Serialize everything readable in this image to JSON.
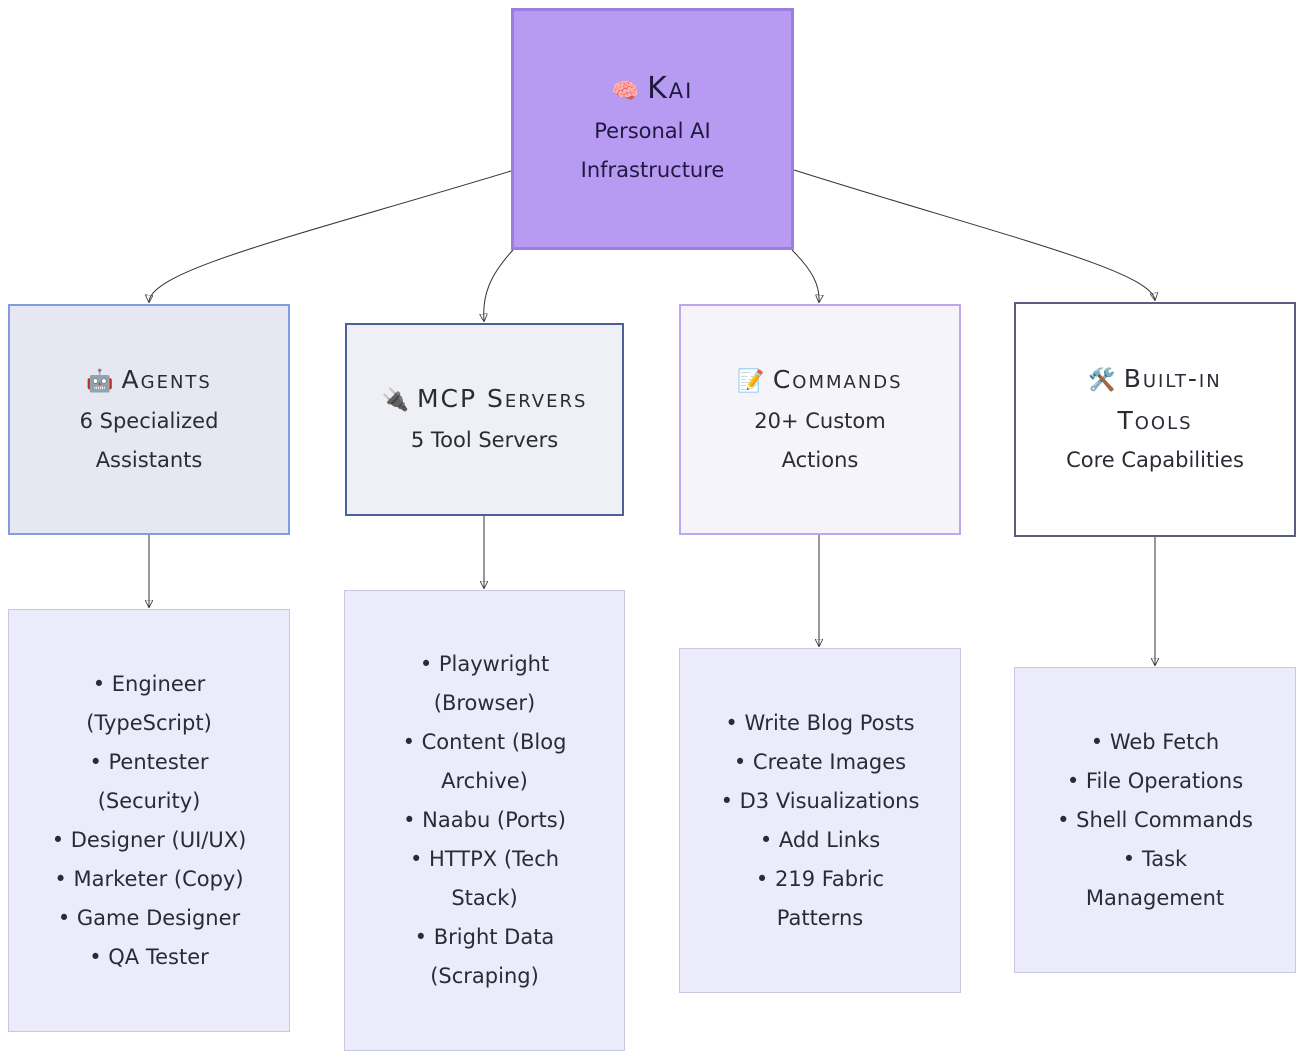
{
  "diagram": {
    "root": {
      "icon": "brain-icon",
      "emoji": "🧠",
      "title": "Kai",
      "lines": [
        "Personal AI",
        "Infrastructure"
      ],
      "fill": "#b79af2",
      "stroke": "#9b7fe0"
    },
    "categories": [
      {
        "id": "agents",
        "icon": "robot-icon",
        "emoji": "🤖",
        "title": "Agents",
        "lines": [
          "6 Specialized",
          "Assistants"
        ],
        "fill": "#e7e7f2",
        "stroke": "#7f9de0",
        "items": [
          "• Engineer",
          "(TypeScript)",
          "• Pentester",
          "(Security)",
          "• Designer (UI/UX)",
          "• Marketer (Copy)",
          "• Game Designer",
          "• QA Tester"
        ]
      },
      {
        "id": "mcp",
        "icon": "plug-icon",
        "emoji": "🔌",
        "title": "MCP Servers",
        "lines": [
          "5 Tool Servers"
        ],
        "fill": "#efeff6",
        "stroke": "#4d5f9b",
        "items": [
          "• Playwright",
          "(Browser)",
          "• Content (Blog",
          "Archive)",
          "• Naabu (Ports)",
          "• HTTPX (Tech",
          "Stack)",
          "• Bright Data",
          "(Scraping)"
        ]
      },
      {
        "id": "commands",
        "icon": "memo-icon",
        "emoji": "📝",
        "title": "Commands",
        "lines": [
          "20+ Custom",
          "Actions"
        ],
        "fill": "#f4f4fa",
        "stroke": "#bfa6ec",
        "items": [
          "• Write Blog Posts",
          "• Create Images",
          "• D3 Visualizations",
          "• Add Links",
          "• 219 Fabric",
          "Patterns"
        ]
      },
      {
        "id": "builtin",
        "icon": "hammer-wrench-icon",
        "emoji": "🛠️",
        "title_lines": [
          "Built-in",
          "Tools"
        ],
        "lines": [
          "Core Capabilities"
        ],
        "fill": "#ffffff",
        "stroke": "#5a5f80",
        "items": [
          "• Web Fetch",
          "• File Operations",
          "• Shell Commands",
          "• Task",
          "Management"
        ]
      }
    ],
    "detail_fill": "#ebebfb",
    "edge_color": "#333333"
  }
}
